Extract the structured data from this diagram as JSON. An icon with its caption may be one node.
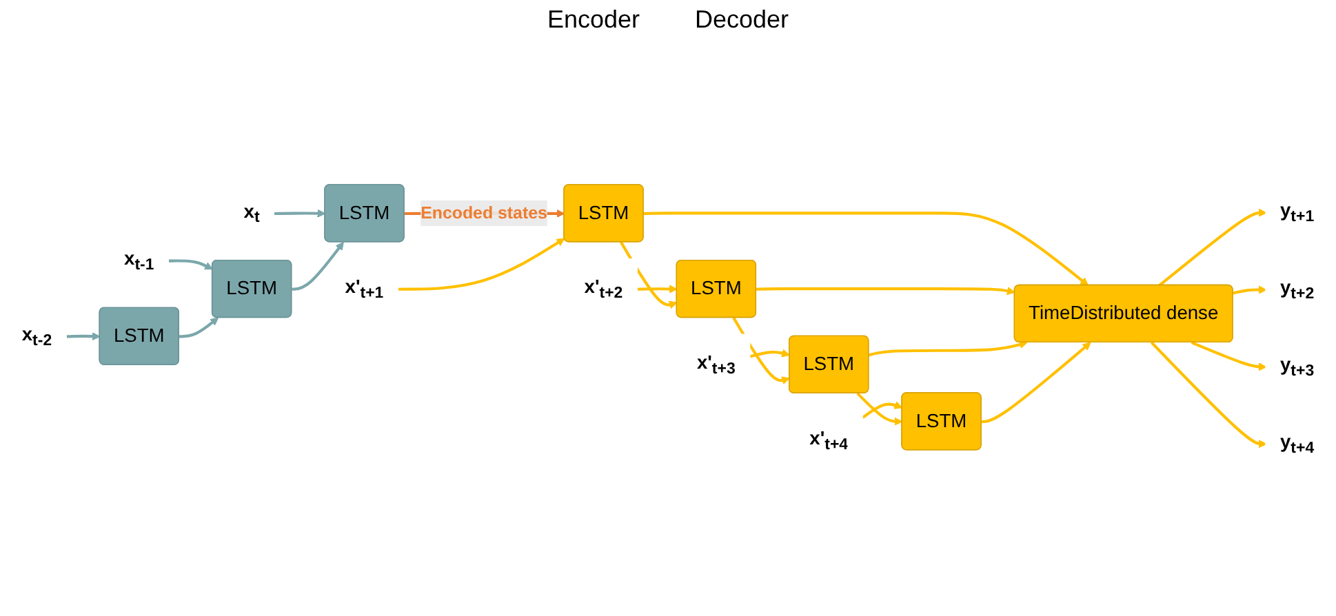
{
  "diagram": {
    "nodes": [
      {
        "text": [
          "LSTM"
        ]
      },
      {
        "text": [
          "LSTM"
        ]
      },
      {
        "text": [
          "LSTM"
        ]
      },
      {
        "text": [
          "x$_{t-2}$"
        ]
      },
      {
        "text": [
          "x$_{t-1}$"
        ]
      },
      {
        "text": [
          "x$_{t}$"
        ]
      },
      {
        "text": [
          "LSTM"
        ]
      },
      {
        "text": [
          "LSTM"
        ]
      },
      {
        "text": [
          "LSTM"
        ]
      },
      {
        "text": [
          "LSTM"
        ]
      },
      {
        "text": [
          "x'$_{t+1}$"
        ]
      },
      {
        "text": [
          "x'$_{t+2}$"
        ]
      },
      {
        "text": [
          "x'$_{t+3}$"
        ]
      },
      {
        "text": [
          "x'$_{t+4}$"
        ]
      },
      {
        "text": [
          "TimeDistributed dense"
        ]
      },
      {
        "text": [
          "y$_{t+1}$"
        ]
      },
      {
        "text": [
          "y$_{t+2}$"
        ]
      },
      {
        "text": [
          "y$_{t+3}$"
        ]
      },
      {
        "text": [
          "y$_{t+4}$"
        ]
      }
    ],
    "edges": [
      {
        "from": 3,
        "to": 0,
        "arrow": "to",
        "color": "#7ba7ab"
      },
      {
        "from": 4,
        "to": 1,
        "arrow": "to",
        "color": "#7ba7ab"
      },
      {
        "from": 5,
        "to": 2,
        "arrow": "to",
        "color": "#7ba7ab"
      },
      {
        "from": 0,
        "to": 1,
        "arrow": "to",
        "color": "#7ba7ab"
      },
      {
        "from": 1,
        "to": 2,
        "arrow": "to",
        "color": "#7ba7ab"
      },
      {
        "from": 2,
        "to": 6,
        "arrow": "to",
        "label": "Encoded states",
        "color": "#ed7d31"
      },
      {
        "from": 10,
        "to": 6,
        "arrow": "to"
      },
      {
        "from": 11,
        "to": 7,
        "arrow": "to"
      },
      {
        "from": 12,
        "to": 8,
        "arrow": "to"
      },
      {
        "from": 13,
        "to": 9,
        "arrow": "to"
      },
      {
        "from": 6,
        "to": 7,
        "arrow": "to"
      },
      {
        "from": 7,
        "to": 8,
        "arrow": "to"
      },
      {
        "from": 8,
        "to": 9,
        "arrow": "to"
      },
      {
        "from": 6,
        "to": 14,
        "arrow": "to"
      },
      {
        "from": 7,
        "to": 14,
        "arrow": "to"
      },
      {
        "from": 8,
        "to": 14,
        "arrow": "to"
      },
      {
        "from": 9,
        "to": 14,
        "arrow": "to"
      },
      {
        "from": 14,
        "to": 15,
        "arrow": "to"
      },
      {
        "from": 14,
        "to": 16,
        "arrow": "to"
      },
      {
        "from": 14,
        "to": 17,
        "arrow": "to"
      },
      {
        "from": 14,
        "to": 18,
        "arrow": "to"
      }
    ],
    "labels": [
      "Encoder",
      "Decoder"
    ]
  }
}
